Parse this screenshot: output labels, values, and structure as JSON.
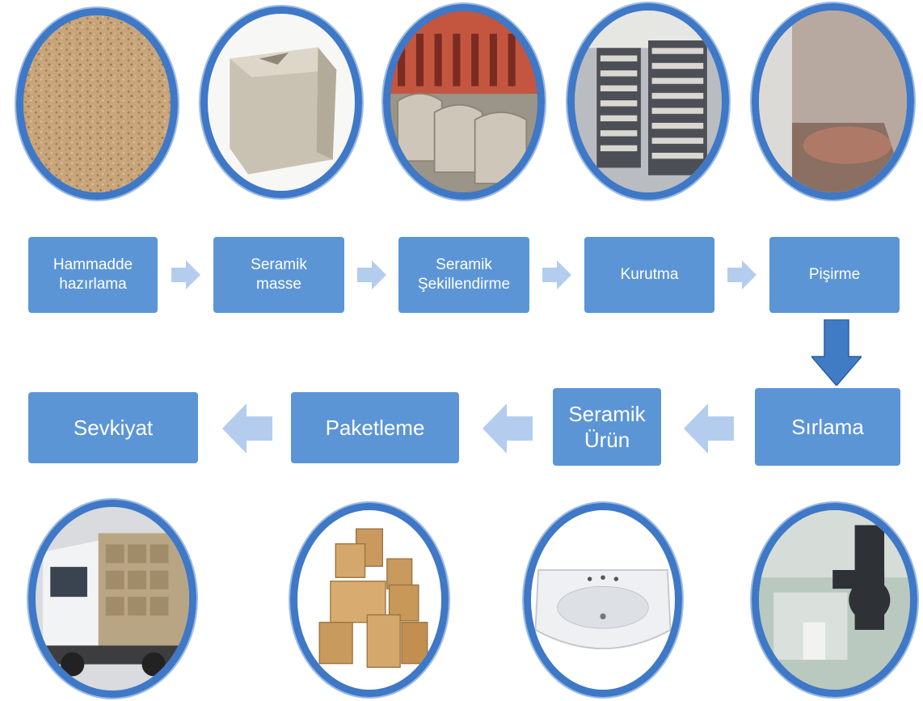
{
  "top_row": [
    {
      "label": "Hammadde\nhazırlama",
      "icon": "sand-image"
    },
    {
      "label": "Seramik\nmasse",
      "icon": "clay-block-image"
    },
    {
      "label": "Seramik\nŞekillendirme",
      "icon": "molding-image"
    },
    {
      "label": "Kurutma",
      "icon": "drying-racks-image"
    },
    {
      "label": "Pişirme",
      "icon": "kiln-image"
    }
  ],
  "bottom_row": [
    {
      "label": "Sevkiyat",
      "icon": "truck-image"
    },
    {
      "label": "Paketleme",
      "icon": "boxes-image"
    },
    {
      "label": "Seramik\nÜrün",
      "icon": "sink-image"
    },
    {
      "label": "Sırlama",
      "icon": "robot-glazing-image"
    }
  ],
  "colors": {
    "box": "#5b95d6",
    "arrow_light": "#b4cdee",
    "arrow_dark": "#3f7cc4",
    "ring": "#3e78c6"
  }
}
